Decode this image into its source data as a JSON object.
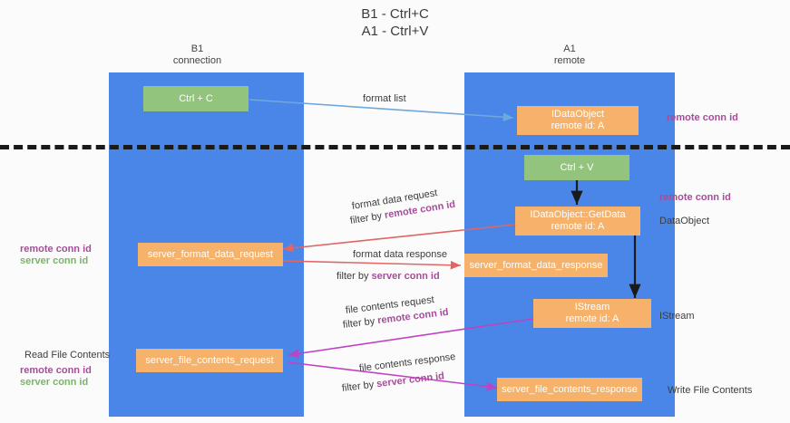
{
  "title": {
    "line1": "B1 - Ctrl+C",
    "line2": "A1 - Ctrl+V"
  },
  "lanes": [
    {
      "id": "b1",
      "head_line1": "B1",
      "head_line2": "connection"
    },
    {
      "id": "a1",
      "head_line1": "A1",
      "head_line2": "remote"
    }
  ],
  "nodes": {
    "ctrl_c": {
      "label": "Ctrl + C"
    },
    "ctrl_v": {
      "label": "Ctrl + V"
    },
    "idataobject": {
      "line1": "IDataObject",
      "line2": "remote id: A"
    },
    "getdata": {
      "line1": "IDataObject::GetData",
      "line2": "remote id: A"
    },
    "format_req": {
      "label": "server_format_data_request"
    },
    "format_resp": {
      "label": "server_format_data_response"
    },
    "istream": {
      "line1": "IStream",
      "line2": "remote id: A"
    },
    "file_req": {
      "label": "server_file_contents_request"
    },
    "file_resp": {
      "label": "server_file_contents_response"
    }
  },
  "edge_labels": {
    "format_list": "format list",
    "fmt_req_l1": "format data request",
    "fmt_req_l2_prefix": "filter by ",
    "fmt_req_l2_key": "remote conn id",
    "fmt_resp_l1": "format data response",
    "fmt_resp_l2_prefix": "filter by ",
    "fmt_resp_l2_key": "server conn id",
    "file_req_l1": "file contents request",
    "file_req_l2_prefix": "filter by ",
    "file_req_l2_key": "remote conn id",
    "file_resp_l1": "file contents response",
    "file_resp_l2_prefix": "filter by ",
    "file_resp_l2_key": "server conn id"
  },
  "side_labels": {
    "right_remote_top": "remote conn id",
    "right_remote_mid": "remote conn id",
    "right_dataobject": "DataObject",
    "right_istream": "IStream",
    "right_write": "Write File Contents",
    "left_remote_conn": "remote conn id",
    "left_server_conn": "server conn id",
    "left_read": "Read File Contents",
    "left_remote_conn2": "remote conn id",
    "left_server_conn2": "server conn id"
  },
  "colors": {
    "lane": "#4a86e8",
    "green_node": "#93c47d",
    "orange_node": "#f6b26b",
    "purple_key": "#a64d9a",
    "green_key": "#7cb36a",
    "arrow_blue": "#6fa8dc",
    "arrow_red": "#e06666",
    "arrow_magenta": "#c042c0",
    "arrow_black": "#1a1a1a",
    "divider": "#1a1a1a"
  }
}
